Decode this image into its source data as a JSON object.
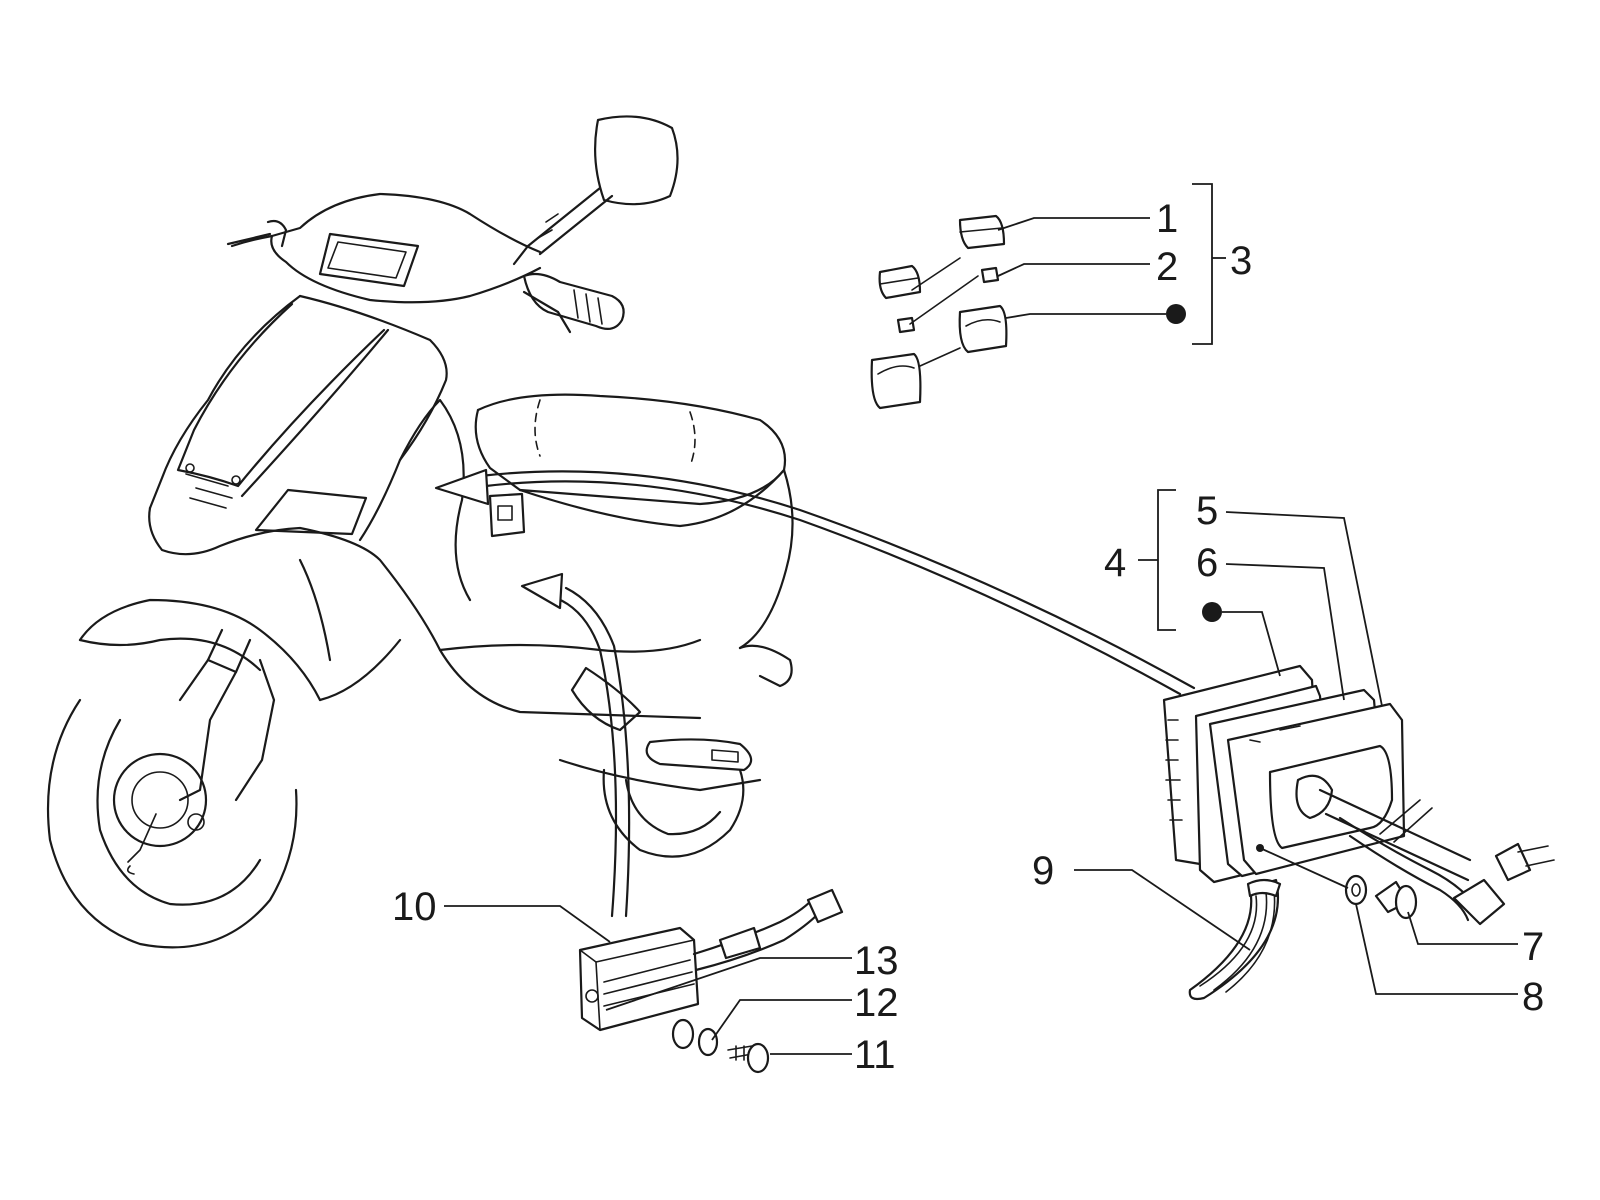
{
  "callouts": {
    "c1": "1",
    "c2": "2",
    "c3": "3",
    "c4": "4",
    "c5": "5",
    "c6": "6",
    "c7": "7",
    "c8": "8",
    "c9": "9",
    "c10": "10",
    "c11": "11",
    "c12": "12",
    "c13": "13"
  },
  "icons": {
    "marker_note": "filled-dot-marker"
  }
}
